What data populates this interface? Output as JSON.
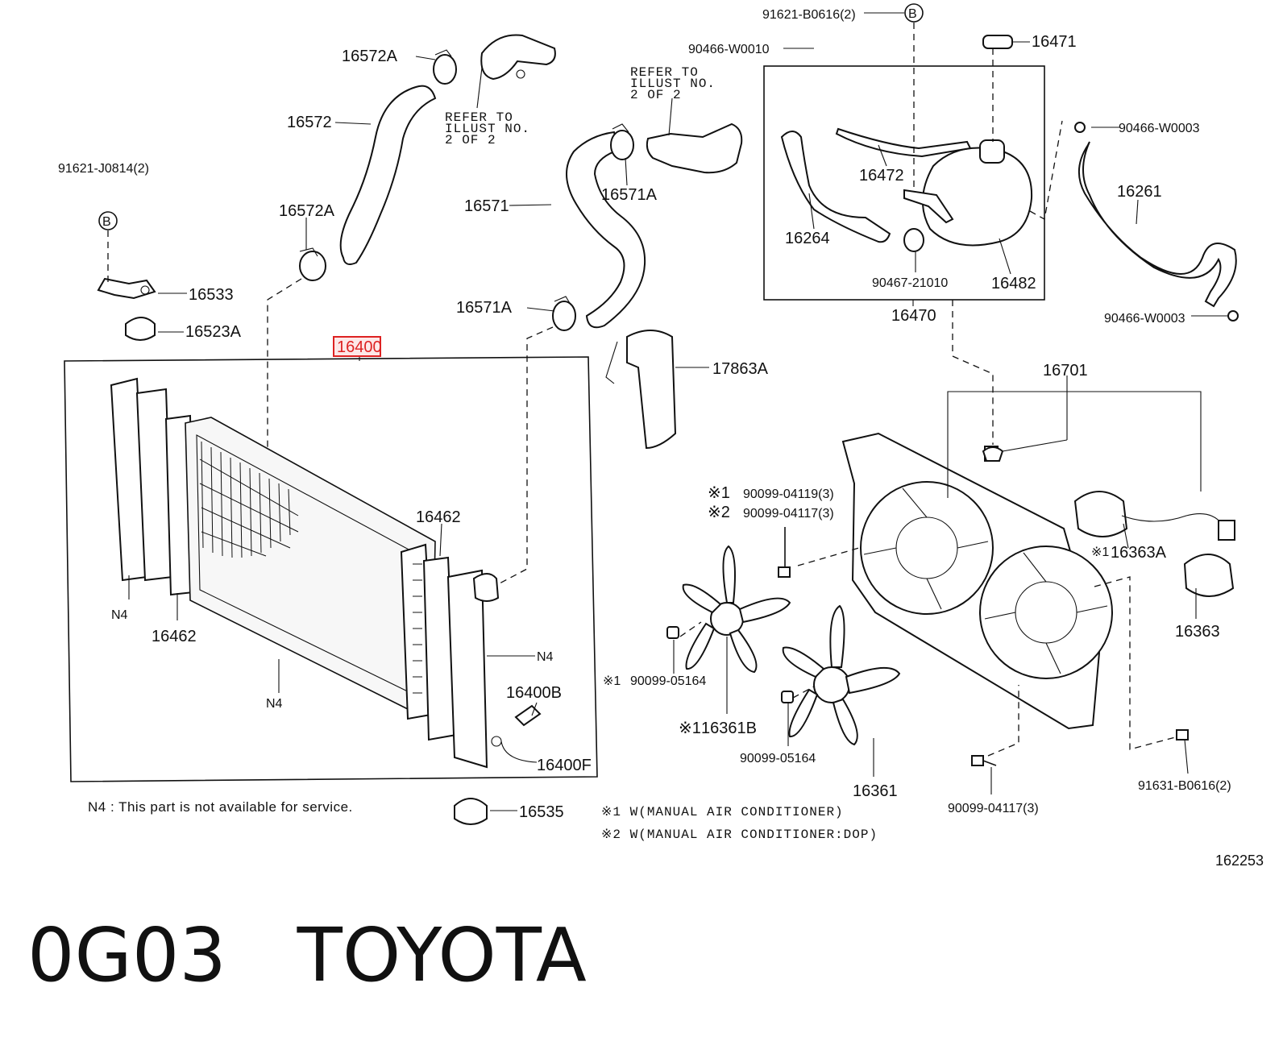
{
  "labels": {
    "p_91621_B0616": "91621-B0616(2)",
    "p_90466_W0010": "90466-W0010",
    "p_16471": "16471",
    "p_16572A_top": "16572A",
    "p_16572": "16572",
    "p_refer_1_l1": "REFER TO",
    "p_refer_1_l2": "ILLUST NO.",
    "p_refer_1_l3": "2 OF 2",
    "p_refer_2_l1": "REFER TO",
    "p_refer_2_l2": "ILLUST NO.",
    "p_refer_2_l3": "2 OF 2",
    "p_90466_W0003_top": "90466-W0003",
    "p_91621_J0814": "91621-J0814(2)",
    "p_16472": "16472",
    "p_16571A_top": "16571A",
    "p_16571": "16571",
    "p_16261": "16261",
    "p_16572A_mid": "16572A",
    "p_16264": "16264",
    "p_16533": "16533",
    "p_90467_21010": "90467-21010",
    "p_16482": "16482",
    "p_16571A_bot": "16571A",
    "p_16470": "16470",
    "p_90466_W0003_bot": "90466-W0003",
    "p_16523A": "16523A",
    "p_16400": "16400",
    "p_17863A": "17863A",
    "p_16701": "16701",
    "p_90099_04119": "90099-04119(3)",
    "p_90099_04117_a": "90099-04117(3)",
    "p_16462_right": "16462",
    "p_16363A": "16363A",
    "p_N4_left": "N4",
    "p_16462_left": "16462",
    "p_16363": "16363",
    "p_N4_right": "N4",
    "p_90099_05164_a": "90099-05164",
    "p_16400B": "16400B",
    "p_N4_bottom": "N4",
    "p_16361B": "16361B",
    "p_16400F": "16400F",
    "p_90099_05164_b": "90099-05164",
    "p_16361": "16361",
    "p_90099_04117_b": "90099-04117(3)",
    "p_91631_B0616": "91631-B0616(2)",
    "p_16535": "16535",
    "mark_1": "※1",
    "mark_2": "※2",
    "mark_1b": "※1",
    "mark_1c": "※1",
    "mark_1d": "※1",
    "circle_B": "B"
  },
  "notes": {
    "not_available": "N4 : This part is not available for service.",
    "footnote_1": "※1 W(MANUAL AIR CONDITIONER)",
    "footnote_2": "※2 W(MANUAL AIR CONDITIONER:DOP)"
  },
  "diagram_number": "162253",
  "footer": "0G03   TOYOTA",
  "highlight_color": "#d22222"
}
